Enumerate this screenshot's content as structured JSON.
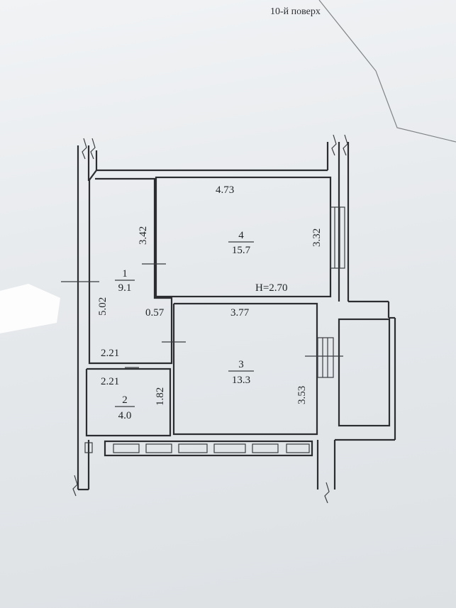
{
  "floor_title": "10-й поверх",
  "ceiling_height": "H=2.70",
  "rooms": [
    {
      "number": "1",
      "area": "9.1"
    },
    {
      "number": "2",
      "area": "4.0"
    },
    {
      "number": "3",
      "area": "13.3"
    },
    {
      "number": "4",
      "area": "15.7"
    }
  ],
  "dimensions": {
    "room4_width": "4.73",
    "room4_height": "3.32",
    "room1_partition": "3.42",
    "room1_height": "5.02",
    "door_gap": "0.57",
    "room3_width": "3.77",
    "room3_height": "3.53",
    "corridor_width": "2.21",
    "bath_width": "2.21",
    "bath_height": "1.82"
  }
}
